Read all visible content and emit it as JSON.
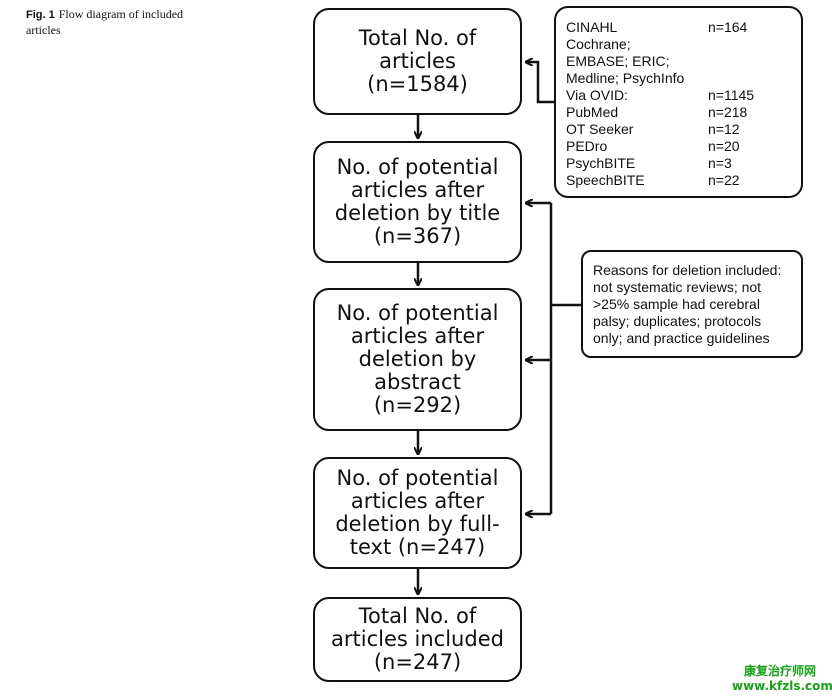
{
  "caption": {
    "label": "Fig. 1",
    "text": "Flow diagram of included articles"
  },
  "flow": {
    "total": [
      "Total No. of",
      "articles",
      "(n=1584)"
    ],
    "after_title": [
      "No. of potential",
      "articles after",
      "deletion by title",
      "(n=367)"
    ],
    "after_abstract": [
      "No. of potential",
      "articles after",
      "deletion by",
      "abstract",
      "(n=292)"
    ],
    "after_fulltext": [
      "No. of potential",
      "articles after",
      "deletion by full-",
      "text (n=247)"
    ],
    "included": [
      "Total No. of",
      "articles included",
      "(n=247)"
    ]
  },
  "databases": [
    {
      "name": "CINAHL",
      "count": "n=164"
    },
    {
      "name": "Cochrane;",
      "count": ""
    },
    {
      "name": "EMBASE; ERIC;",
      "count": ""
    },
    {
      "name": "Medline; PsychInfo",
      "count": ""
    },
    {
      "name": "Via OVID:",
      "count": "n=1145"
    },
    {
      "name": "PubMed",
      "count": "n=218"
    },
    {
      "name": "OT Seeker",
      "count": "n=12"
    },
    {
      "name": "PEDro",
      "count": "n=20"
    },
    {
      "name": "PsychBITE",
      "count": "n=3"
    },
    {
      "name": "SpeechBITE",
      "count": "n=22"
    }
  ],
  "reasons": [
    "Reasons for deletion included:",
    "not systematic reviews; not",
    ">25% sample had cerebral",
    "palsy; duplicates; protocols",
    "only; and practice guidelines"
  ],
  "watermark": {
    "line1": "康复治疗师网",
    "line2": "www.kfzls.com"
  }
}
